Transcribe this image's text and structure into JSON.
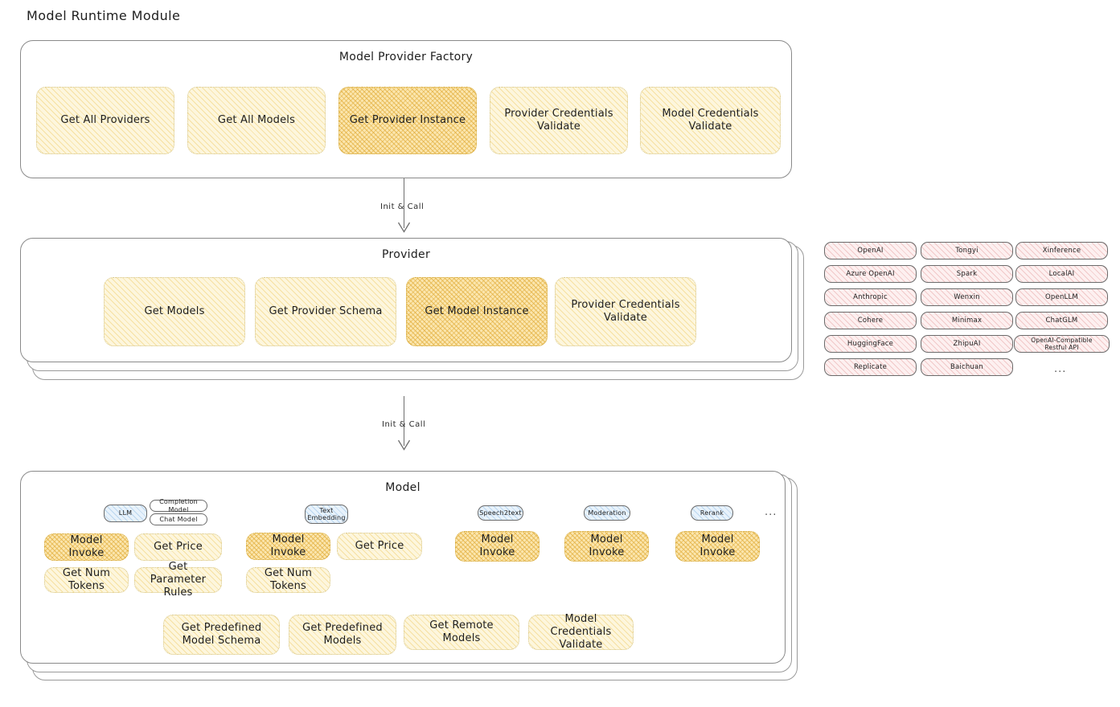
{
  "page": {
    "title": "Model Runtime Module"
  },
  "factory": {
    "title": "Model Provider Factory",
    "nodes": [
      {
        "label": "Get All Providers",
        "style": "light"
      },
      {
        "label": "Get All Models",
        "style": "light"
      },
      {
        "label": "Get Provider Instance",
        "style": "strong"
      },
      {
        "label": "Provider Credentials Validate",
        "style": "light"
      },
      {
        "label": "Model Credentials Validate",
        "style": "light"
      }
    ]
  },
  "arrow1": {
    "label": "Init & Call"
  },
  "provider": {
    "title": "Provider",
    "nodes": [
      {
        "label": "Get Models",
        "style": "light"
      },
      {
        "label": "Get Provider Schema",
        "style": "light"
      },
      {
        "label": "Get Model Instance",
        "style": "strong"
      },
      {
        "label": "Provider Credentials Validate",
        "style": "light"
      }
    ]
  },
  "provider_list": {
    "columns": [
      {
        "items": [
          "OpenAI",
          "Azure OpenAI",
          "Anthropic",
          "Cohere",
          "HuggingFace",
          "Replicate"
        ]
      },
      {
        "items": [
          "Tongyi",
          "Spark",
          "Wenxin",
          "Minimax",
          "ZhipuAI",
          "Baichuan"
        ]
      },
      {
        "items": [
          "Xinference",
          "LocalAI",
          "OpenLLM",
          "ChatGLM",
          "OpenAI-Compatible Restful API"
        ]
      }
    ],
    "more": "..."
  },
  "arrow2": {
    "label": "Init & Call"
  },
  "model": {
    "title": "Model",
    "more": "...",
    "types": [
      {
        "name": "LLM",
        "sub": [
          "Completion Model",
          "Chat Model"
        ]
      },
      {
        "name": "Text Embedding",
        "sub": []
      },
      {
        "name": "Speech2text",
        "sub": []
      },
      {
        "name": "Moderation",
        "sub": []
      },
      {
        "name": "Rerank",
        "sub": []
      }
    ],
    "llm_ops": [
      {
        "label": "Model Invoke",
        "style": "strong"
      },
      {
        "label": "Get Price",
        "style": "light"
      },
      {
        "label": "Get Num Tokens",
        "style": "light"
      },
      {
        "label": "Get Parameter Rules",
        "style": "light"
      }
    ],
    "embedding_ops": [
      {
        "label": "Model Invoke",
        "style": "strong"
      },
      {
        "label": "Get Price",
        "style": "light"
      },
      {
        "label": "Get Num Tokens",
        "style": "light"
      }
    ],
    "speech_ops": [
      {
        "label": "Model Invoke",
        "style": "strong"
      }
    ],
    "moderation_ops": [
      {
        "label": "Model Invoke",
        "style": "strong"
      }
    ],
    "rerank_ops": [
      {
        "label": "Model Invoke",
        "style": "strong"
      }
    ],
    "common_ops": [
      {
        "label": "Get Predefined Model Schema",
        "style": "light"
      },
      {
        "label": "Get Predefined Models",
        "style": "light"
      },
      {
        "label": "Get Remote Models",
        "style": "light"
      },
      {
        "label": "Model Credentials Validate",
        "style": "light"
      }
    ]
  },
  "colors": {
    "node_light": "#fdf6dd",
    "node_strong": "#fbe6ae",
    "chip_pink": "#fdf0f0",
    "chip_blue": "#e8f2fb",
    "stroke": "#8a8a8a",
    "text": "#1e1e1e"
  }
}
